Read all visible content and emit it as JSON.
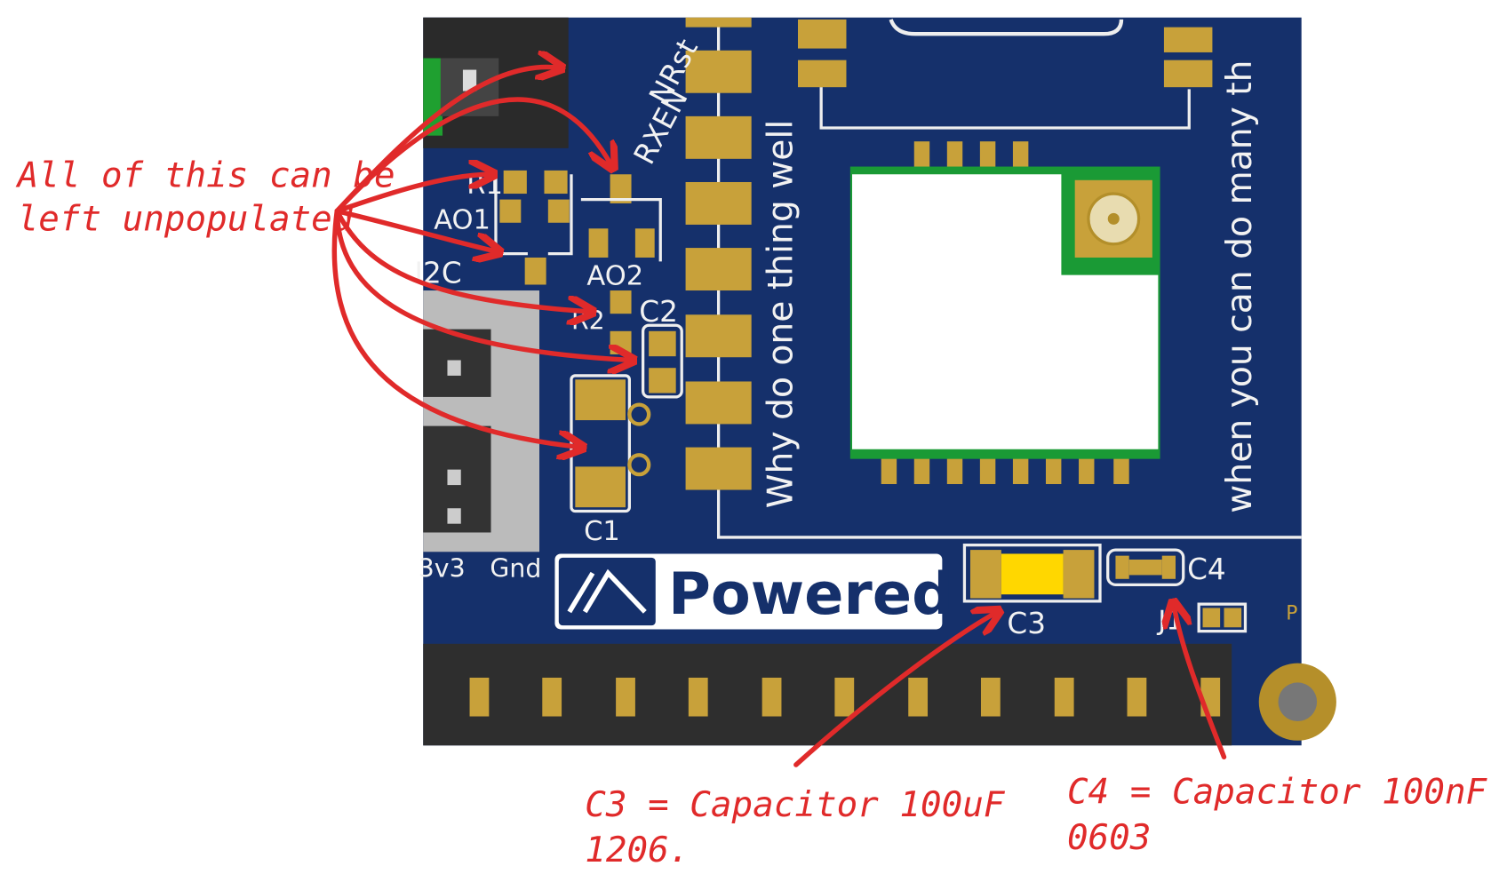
{
  "annotations": {
    "unpopulated_line1": "All of this can be",
    "unpopulated_line2": "left unpopulated",
    "c3_line1": "C3 = Capacitor 100uF",
    "c3_line2": "1206.",
    "c4_line1": "C4 = Capacitor 100nF",
    "c4_line2": "0603",
    "annotation_color": "#e02a2a"
  },
  "board": {
    "pcb_color": "#15306b",
    "pad_color": "#c8a13a",
    "silkscreen": {
      "nrst": "NRst",
      "rxen": "RXEN",
      "r1": "R1",
      "ao1": "AO1",
      "ao2": "AO2",
      "i2c": "I2C",
      "r2": "R2",
      "c2": "C2",
      "c1": "C1",
      "v3v3": "3v3",
      "gnd": "Gnd",
      "logo_text": "Powered",
      "c3": "C3",
      "c4": "C4",
      "j1": "J1",
      "p": "P",
      "slogan_left": "Why do one thing well",
      "slogan_right": "when you can do many th"
    }
  }
}
